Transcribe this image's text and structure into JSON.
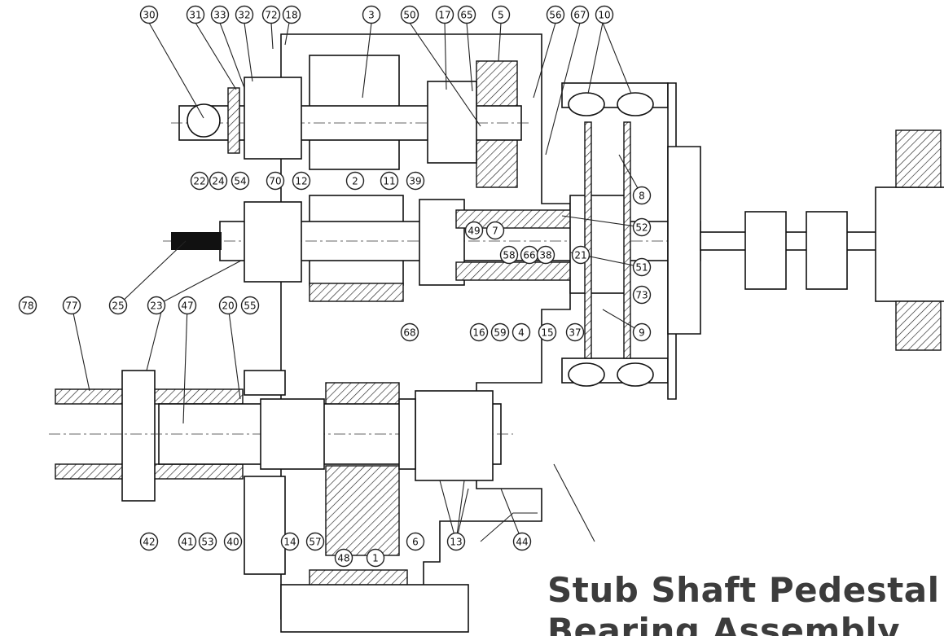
{
  "title": {
    "line1": "Stub Shaft Pedestal",
    "line2": "Bearing Assembly"
  },
  "callouts": [
    "30",
    "31",
    "33",
    "32",
    "72",
    "18",
    "3",
    "50",
    "17",
    "65",
    "5",
    "56",
    "67",
    "10",
    "22",
    "24",
    "54",
    "70",
    "12",
    "2",
    "11",
    "39",
    "8",
    "52",
    "49",
    "7",
    "58",
    "66",
    "38",
    "21",
    "51",
    "25",
    "23",
    "55",
    "73",
    "78",
    "77",
    "47",
    "20",
    "68",
    "16",
    "59",
    "4",
    "15",
    "37",
    "9",
    "42",
    "41",
    "53",
    "40",
    "14",
    "57",
    "48",
    "1",
    "6",
    "13",
    "44"
  ],
  "colors": {
    "ink": "#111111",
    "title": "#3c3c3c",
    "paper": "#ffffff"
  }
}
